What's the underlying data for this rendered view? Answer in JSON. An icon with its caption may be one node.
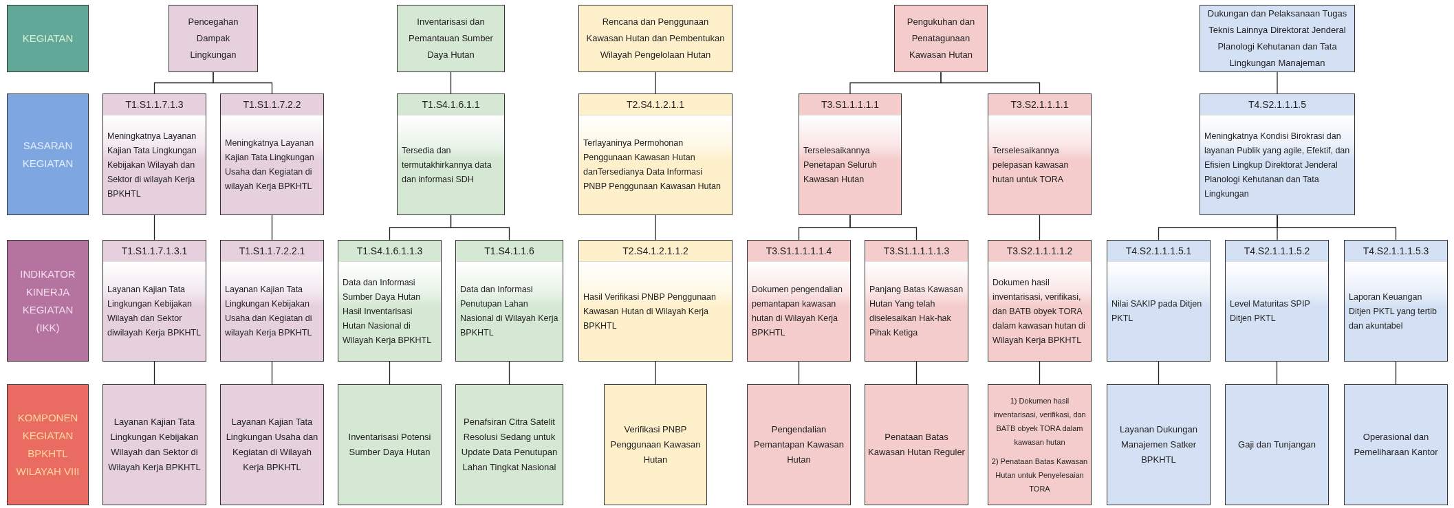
{
  "diagram": {
    "nodes": [
      {
        "text": [
          "KEGIATAN"
        ]
      },
      {
        "text": [
          "Pencegahan Dampak Lingkungan"
        ]
      },
      {
        "text": [
          "Inventarisasi dan Pemantauan Sumber Daya Hutan"
        ]
      },
      {
        "text": [
          "Rencana dan Penggunaan Kawasan Hutan dan Pembentukan Wilayah Pengelolaan Hutan"
        ]
      },
      {
        "text": [
          "Pengukuhan dan Penatagunaan Kawasan Hutan"
        ]
      },
      {
        "text": [
          "Dukungan dan Pelaksanaan Tugas Teknis Lainnya Direktorat Jenderal Planologi Kehutanan dan Tata Lingkungan Manajeman"
        ]
      },
      {
        "text": [
          "SASARAN KEGIATAN"
        ]
      },
      {
        "text": [
          "T1.S1.1.7.1.3",
          "Meningkatnya Layanan Kajian Tata Lingkungan Kebijakan Wilayah dan Sektor di wilayah Kerja BPKHTL"
        ]
      },
      {
        "text": [
          "T1.S1.1.7.2.2",
          "Meningkatnya Layanan Kajian Tata Lingkungan Usaha dan Kegiatan di wilayah Kerja BPKHTL"
        ]
      },
      {
        "text": [
          "T1.S4.1.6.1.1",
          "Tersedia dan termutakhirkannya data dan informasi SDH"
        ]
      },
      {
        "text": [
          "T2.S4.1.2.1.1",
          "Terlayaninya Permohonan Penggunaan Kawasan Hutan danTersedianya Data Informasi PNBP Penggunaan Kawasan Hutan"
        ]
      },
      {
        "text": [
          "T3.S1.1.1.1.1",
          "Terselesaikannya Penetapan Seluruh Kawasan Hutan"
        ]
      },
      {
        "text": [
          "T3.S2.1.1.1.1",
          "Terselesaikannya pelepasan kawasan hutan untuk TORA"
        ]
      },
      {
        "text": [
          "T4.S2.1.1.1.5",
          "Meningkatnya Kondisi Birokrasi dan layanan Publik yang agile, Efektif, dan Efisien Lingkup Direktorat Jenderal Planologi Kehutanan dan Tata Lingkungan"
        ]
      },
      {
        "text": [
          "INDIKATOR KINERJA KEGIATAN (IKK)"
        ]
      },
      {
        "text": [
          "T1.S1.1.7.1.3.1",
          "Layanan Kajian Tata Lingkungan Kebijakan Wilayah dan Sektor diwilayah Kerja BPKHTL"
        ]
      },
      {
        "text": [
          "T1.S1.1.7.2.2.1",
          "Layanan Kajian Tata Lingkungan Kebijakan Usaha dan Kegiatan di wilayah Kerja BPKHTL"
        ]
      },
      {
        "text": [
          "T1.S4.1.6.1.1.3",
          "Data dan Informasi Sumber Daya Hutan Hasil Inventarisasi Hutan Nasional di Wilayah Kerja BPKHTL"
        ]
      },
      {
        "text": [
          "T1.S4.1.1.6",
          "Data dan Informasi Penutupan Lahan Nasional di Wilayah Kerja BPKHTL"
        ]
      },
      {
        "text": [
          "T2.S4.1.2.1.1.2",
          "Hasil Verifikasi PNBP Penggunaan Kawasan Hutan di Wilayah Kerja BPKHTL"
        ]
      },
      {
        "text": [
          "T3.S1.1.1.1.1.4",
          "Dokumen pengendalian pemantapan kawasan hutan di Wilayah Kerja BPKHTL"
        ]
      },
      {
        "text": [
          "T3.S1.1.1.1.1.3",
          "Panjang Batas Kawasan Hutan Yang telah diselesaikan Hak-hak Pihak Ketiga"
        ]
      },
      {
        "text": [
          "T3.S2.1.1.1.1.2",
          "Dokumen hasil inventarisasi, verifikasi, dan BATB obyek TORA dalam kawasan hutan di Wilayah Kerja BPKHTL"
        ]
      },
      {
        "text": [
          "T4.S2.1.1.1.5.1",
          "Nilai SAKIP pada Ditjen PKTL"
        ]
      },
      {
        "text": [
          "T4.S2.1.1.1.5.2",
          "Level Maturitas SPIP Ditjen PKTL"
        ]
      },
      {
        "text": [
          "T4.S2.1.1.1.5.3",
          "Laporan Keuangan Ditjen PKTL yang tertib dan akuntabel"
        ]
      },
      {
        "text": [
          "KOMPONEN KEGIATAN BPKHTL WILAYAH VIII"
        ]
      },
      {
        "text": [
          "Layanan Kajian Tata Lingkungan Kebijakan Wilayah dan Sektor di Wilayah Kerja BPKHTL"
        ]
      },
      {
        "text": [
          "Layanan Kajian Tata Lingkungan Usaha dan Kegiatan di Wilayah Kerja BPKHTL"
        ]
      },
      {
        "text": [
          "Inventarisasi Potensi Sumber Daya Hutan"
        ]
      },
      {
        "text": [
          "Penafsiran Citra Satelit Resolusi Sedang untuk Update Data Penutupan Lahan Tingkat Nasional"
        ]
      },
      {
        "text": [
          "Verifikasi PNBP Penggunaan Kawasan Hutan"
        ]
      },
      {
        "text": [
          "Pengendalian Pemantapan Kawasan Hutan"
        ]
      },
      {
        "text": [
          "Penataan Batas Kawasan Hutan Reguler"
        ]
      },
      {
        "text": [
          "1) Dokumen hasil inventarisasi, verifikasi, dan BATB obyek TORA dalam kawasan hutan",
          "2) Penataan Batas Kawasan Hutan untuk Penyelesaian TORA"
        ]
      },
      {
        "text": [
          "Layanan Dukungan Manajemen Satker BPKHTL"
        ]
      },
      {
        "text": [
          "Gaji dan Tunjangan"
        ]
      },
      {
        "text": [
          "Operasional dan Pemeliharaan Kantor"
        ]
      }
    ],
    "edges": [
      {
        "from": 1,
        "to": 7,
        "arrow": "none"
      },
      {
        "from": 1,
        "to": 8,
        "arrow": "none"
      },
      {
        "from": 2,
        "to": 9,
        "arrow": "none"
      },
      {
        "from": 3,
        "to": 10,
        "arrow": "none"
      },
      {
        "from": 4,
        "to": 11,
        "arrow": "none"
      },
      {
        "from": 4,
        "to": 12,
        "arrow": "none"
      },
      {
        "from": 5,
        "to": 13,
        "arrow": "none"
      },
      {
        "from": 7,
        "to": 15,
        "arrow": "none"
      },
      {
        "from": 8,
        "to": 16,
        "arrow": "none"
      },
      {
        "from": 9,
        "to": 17,
        "arrow": "none"
      },
      {
        "from": 9,
        "to": 18,
        "arrow": "none"
      },
      {
        "from": 10,
        "to": 19,
        "arrow": "none"
      },
      {
        "from": 11,
        "to": 20,
        "arrow": "none"
      },
      {
        "from": 11,
        "to": 21,
        "arrow": "none"
      },
      {
        "from": 12,
        "to": 22,
        "arrow": "none"
      },
      {
        "from": 13,
        "to": 23,
        "arrow": "none"
      },
      {
        "from": 13,
        "to": 24,
        "arrow": "none"
      },
      {
        "from": 13,
        "to": 25,
        "arrow": "none"
      },
      {
        "from": 15,
        "to": 27,
        "arrow": "none"
      },
      {
        "from": 16,
        "to": 28,
        "arrow": "none"
      },
      {
        "from": 17,
        "to": 29,
        "arrow": "none"
      },
      {
        "from": 18,
        "to": 30,
        "arrow": "none"
      },
      {
        "from": 19,
        "to": 31,
        "arrow": "none"
      },
      {
        "from": 20,
        "to": 32,
        "arrow": "none"
      },
      {
        "from": 21,
        "to": 33,
        "arrow": "none"
      },
      {
        "from": 22,
        "to": 34,
        "arrow": "none"
      },
      {
        "from": 23,
        "to": 35,
        "arrow": "none"
      },
      {
        "from": 24,
        "to": 36,
        "arrow": "none"
      },
      {
        "from": 25,
        "to": 37,
        "arrow": "none"
      }
    ]
  }
}
